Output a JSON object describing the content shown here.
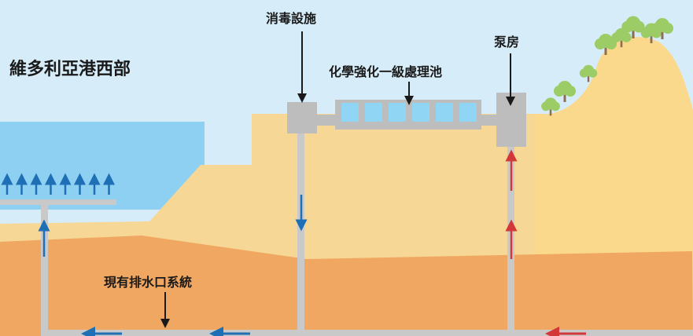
{
  "diagram": {
    "region_label": "維多利亞港西部",
    "labels": {
      "disinfection": "消毒設施",
      "ceptp": "化學強化一級處理池",
      "pumping_house": "泵房",
      "existing_drainage": "現有排水口系統"
    },
    "colors": {
      "sky": "#d6ecf8",
      "sea": "#8ed0f2",
      "sand": "#f6d795",
      "hill": "#fad98d",
      "soil": "#f0a761",
      "facility": "#bdbdbd",
      "tank_water": "#91d5f4",
      "pipe": "#c9c9c9",
      "flow_blue": "#1e6fb5",
      "flow_red": "#d23838",
      "tree_foliage": "#9ccc65",
      "tree_trunk": "#8d6e52",
      "text": "#1a1a1a"
    },
    "icons": [
      "up-arrow-icon",
      "down-arrow-icon",
      "left-arrow-icon",
      "tree-icon"
    ]
  }
}
